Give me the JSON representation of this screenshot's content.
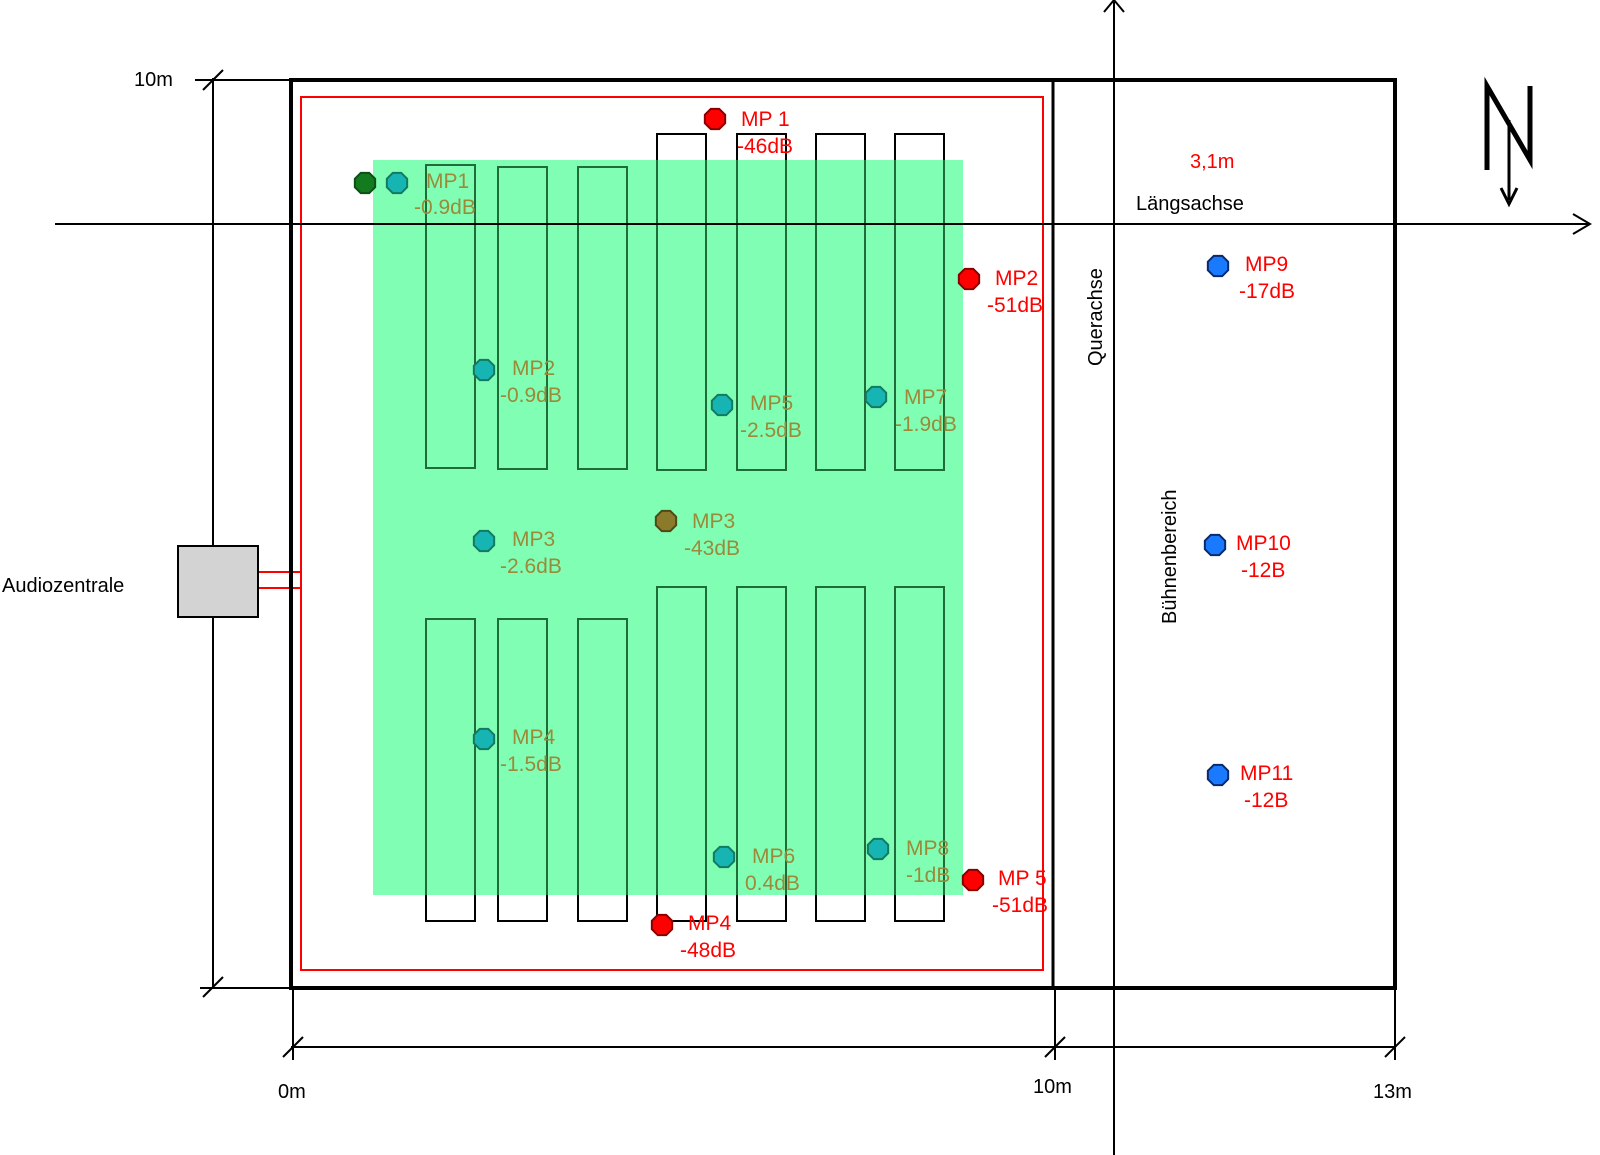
{
  "dimensions": {
    "height_top": "10m",
    "x_start": "0m",
    "x_mid": "10m",
    "x_end": "13m",
    "stage_depth": "3,1m"
  },
  "labels": {
    "audio_central": "Audiozentrale",
    "longitudinal_axis": "Längsachse",
    "transverse_axis": "Querachse",
    "stage_area": "Bühnenbereich"
  },
  "colors": {
    "coverage_area": "#80ffb4",
    "wire": "#ff0000",
    "measurement_inside": "#17b4b4",
    "measurement_inside_text": "#9a8a3a",
    "measurement_outside": "#ff0000",
    "measurement_stage": "#1a7aff"
  },
  "measurement_points": {
    "inside": [
      {
        "name": "MP1",
        "value": "-0.9dB"
      },
      {
        "name": "MP2",
        "value": "-0.9dB"
      },
      {
        "name": "MP3",
        "value": "-2.6dB"
      },
      {
        "name": "MP4",
        "value": "-1.5dB"
      },
      {
        "name": "MP5",
        "value": "-2.5dB"
      },
      {
        "name": "MP6",
        "value": "0.4dB"
      },
      {
        "name": "MP7",
        "value": "-1.9dB"
      },
      {
        "name": "MP8",
        "value": "-1dB"
      }
    ],
    "outside": [
      {
        "name": "MP 1",
        "value": "-46dB"
      },
      {
        "name": "MP2",
        "value": "-51dB"
      },
      {
        "name": "MP3",
        "value": "-43dB"
      },
      {
        "name": "MP4",
        "value": "-48dB"
      },
      {
        "name": "MP 5",
        "value": "-51dB"
      }
    ],
    "stage": [
      {
        "name": "MP9",
        "value": "-17dB"
      },
      {
        "name": "MP10",
        "value": "-12B"
      },
      {
        "name": "MP11",
        "value": "-12B"
      }
    ]
  }
}
